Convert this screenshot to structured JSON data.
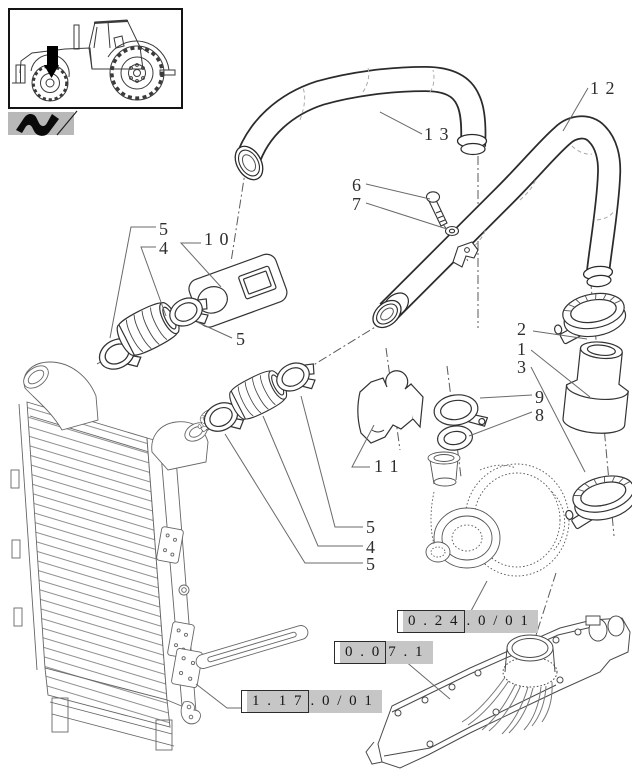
{
  "diagram": {
    "callouts": {
      "n1": "1",
      "n2": "2",
      "n3": "3",
      "n4": "4",
      "n5": "5",
      "n6": "6",
      "n7": "7",
      "n8": "8",
      "n9": "9",
      "n10": "1 0",
      "n11": "1 1",
      "n12": "1 2",
      "n13": "1 3"
    },
    "references": {
      "turbocharger": {
        "boxed": "0 . 2 4",
        "rest": ". 0 / 0 1"
      },
      "manifold": {
        "boxed": "0 . 0",
        "rest": "7 . 1"
      },
      "radiator": {
        "boxed": "1 . 1 7",
        "rest": ". 0 / 0 1"
      }
    },
    "thumbnail": {
      "vehicle": "tractor-side-view",
      "highlight_color": "#000000",
      "tab_icon": "hose-icon"
    },
    "colors": {
      "line": "#333333",
      "label": "#2e2e2e",
      "ref_bg": "#c6c6c6",
      "paper": "#ffffff"
    }
  }
}
